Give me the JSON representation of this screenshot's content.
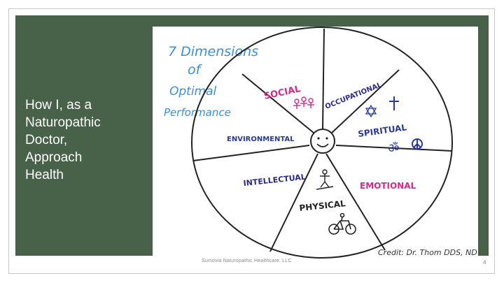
{
  "slide": {
    "title_lines": [
      "How I, as a",
      "Naturopathic",
      "Doctor,",
      "Approach",
      "Health"
    ],
    "footer": "Sumovia Naturopathic Healthcare, LLC",
    "page_number": "4"
  },
  "diagram": {
    "title_lines": [
      "7 Dimensions",
      "of",
      "Optimal",
      "Performance"
    ],
    "dimensions": {
      "social": "SOCIAL",
      "occupational": "OCCUPATIONAL",
      "spiritual": "SPIRITUAL",
      "emotional": "EMOTIONAL",
      "physical": "PHYSICAL",
      "intellectual": "INTELLECTUAL",
      "environmental": "ENVIRONMENTAL"
    },
    "credit": "Credit: Dr. Thom DDS, ND",
    "colors": {
      "title": "#3a8fd8",
      "social": "#d42a8c",
      "occupational": "#2a2a8a",
      "spiritual": "#2a3a9a",
      "emotional": "#d42a8c",
      "physical": "#222222",
      "intellectual": "#2a2a8a",
      "environmental": "#2a3a9a",
      "outline": "#222222"
    }
  }
}
